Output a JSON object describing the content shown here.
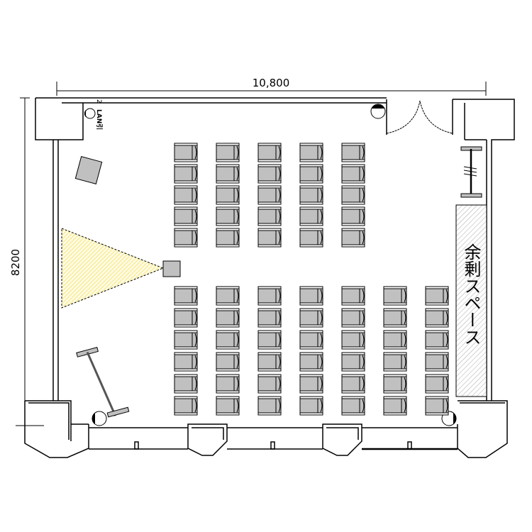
{
  "dimensions": {
    "width_label": "10,800",
    "height_label": "8200"
  },
  "outlet": {
    "label": "LAN引",
    "number": "2"
  },
  "spare_area": {
    "label": "余剰スペース"
  },
  "seating": {
    "upper_block": {
      "columns": 5,
      "rows": 5
    },
    "lower_block": {
      "columns": 7,
      "rows": 6
    }
  },
  "colors": {
    "chair": "#c0c0c0",
    "projection": "#fff7b0",
    "hatch": "#bbbbbb"
  }
}
